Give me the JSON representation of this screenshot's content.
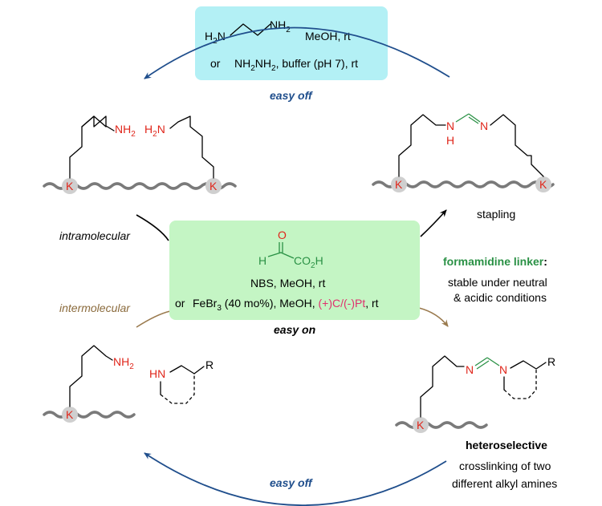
{
  "top_box": {
    "reagent_1_amine": "H2N⁀NH2",
    "reagent_1_solvent": "MeOH, rt",
    "or": "or",
    "reagent_2": "NH2NH2, buffer (pH 7), rt"
  },
  "labels": {
    "easy_off_top": "easy off",
    "easy_off_bottom": "easy off",
    "easy_on": "easy on",
    "intramolecular": "intramolecular",
    "intermolecular": "intermolecular",
    "stapling": "stapling",
    "formamidine_linker": "formamidine linker",
    "linker_colon": ":",
    "stable_line1": "stable under neutral",
    "stable_line2": "& acidic conditions",
    "heteroselective": "heteroselective",
    "crosslink_line1": "crosslinking of two",
    "crosslink_line2": "different alkyl amines"
  },
  "center_box": {
    "glyoxylic_O": "O",
    "glyoxylic_H": "H",
    "glyoxylic_CO2H": "CO2H",
    "condition_1": "NBS, MeOH, rt",
    "or": "or",
    "condition_2_pre": "FeBr3 (40 mo%), MeOH, ",
    "condition_2_electrode": "(+)C/(-)Pt",
    "condition_2_post": ", rt"
  },
  "structures": {
    "lys_label": "K",
    "nh2": "NH2",
    "h2n": "H2N",
    "nh": "N",
    "h": "H",
    "n": "N",
    "hn": "HN",
    "r": "R"
  },
  "colors": {
    "top_box": "#b3f0f5",
    "center_box": "#c4f5c4",
    "arrow_blue": "#1f4e8c",
    "arrow_brown": "#9a7a4e",
    "red": "#e0261b",
    "green": "#2a9145",
    "pink": "#e0306e"
  }
}
